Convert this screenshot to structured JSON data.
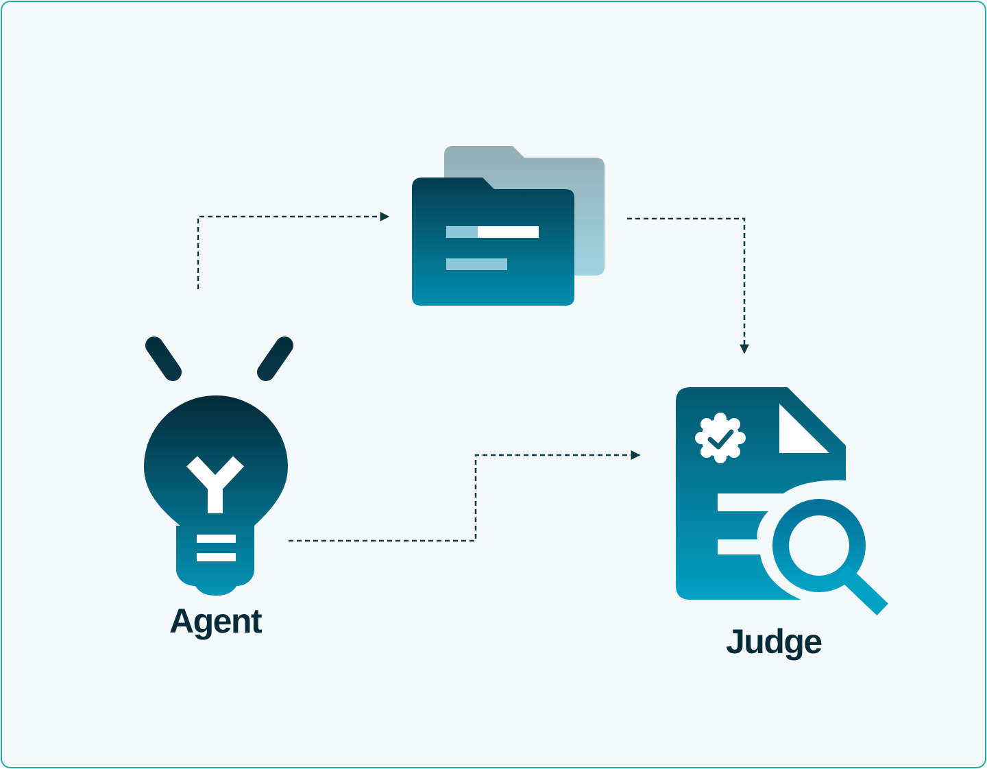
{
  "nodes": {
    "agent": {
      "label": "Agent",
      "icon": "lightbulb-icon"
    },
    "artifact": {
      "icon": "folder-icon"
    },
    "judge": {
      "label": "Judge",
      "icon": "document-inspection-icon"
    }
  },
  "edges": [
    {
      "from": "agent",
      "to": "artifact",
      "style": "dashed"
    },
    {
      "from": "artifact",
      "to": "judge",
      "style": "dashed"
    },
    {
      "from": "agent",
      "to": "judge",
      "style": "dashed"
    }
  ],
  "colors": {
    "frame_border": "#1bb3a4",
    "background": "#f4f9fa",
    "dark": "#062c3a",
    "teal": "#0390b0",
    "folder_back": "#9bb7be",
    "line": "#0f3a44"
  }
}
